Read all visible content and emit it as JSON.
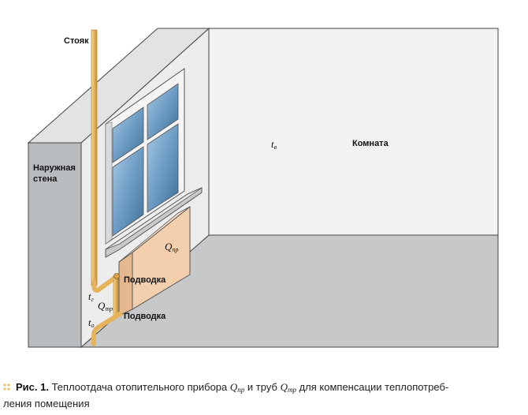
{
  "labels": {
    "riser": "Стояк",
    "outer_wall_line1": "Наружная",
    "outer_wall_line2": "стена",
    "room": "Комната",
    "supply_upper": "Подводка",
    "supply_lower": "Подводка"
  },
  "symbols": {
    "t_in": {
      "base": "t",
      "sub": "в"
    },
    "q_device": {
      "base": "Q",
      "sub": "пр"
    },
    "q_pipe": {
      "base": "Q",
      "sub": "тр"
    },
    "t_hot": {
      "base": "t",
      "sub": "г"
    },
    "t_cold": {
      "base": "t",
      "sub": "о"
    }
  },
  "caption": {
    "fig": "Рис. 1.",
    "text1": "Теплоотдача отопительного прибора",
    "sym1": {
      "base": "Q",
      "sub": "пр"
    },
    "text2": "и труб",
    "sym2": {
      "base": "Q",
      "sub": "тр"
    },
    "text3": "для компенсации теплопотреб-",
    "line2": "ления помещения"
  },
  "colors": {
    "wall_front": "#b9bcbe",
    "wall_inner": "#ededee",
    "back_wall": "#f2f2f3",
    "floor": "#c7c8c9",
    "window_frame": "#f4f4f5",
    "glass": "#6d9cc4",
    "radiator": "#f3cfae",
    "pipe": "#e4b35c",
    "pipe_edge": "#b98a3a",
    "bullet": "#f0c060"
  }
}
